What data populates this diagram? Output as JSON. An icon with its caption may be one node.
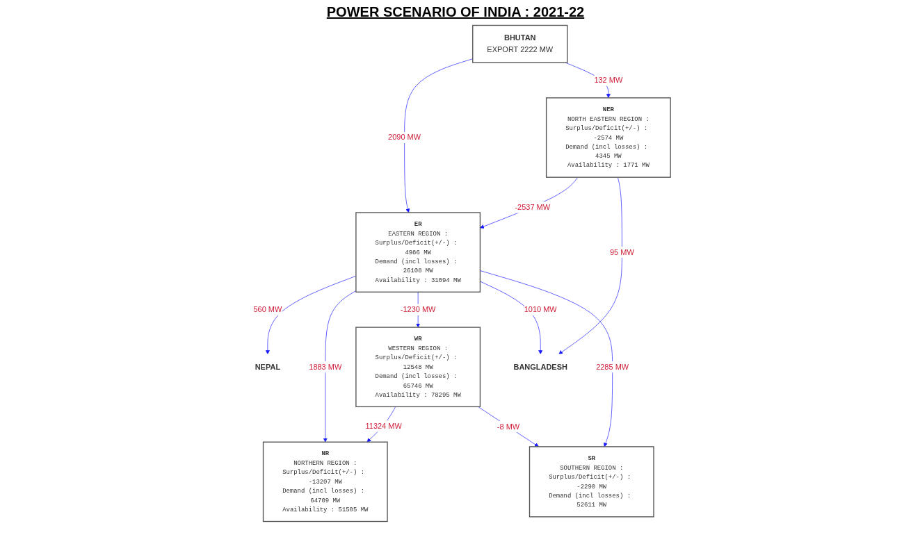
{
  "diagram": {
    "title": "POWER SCENARIO OF INDIA : 2021-22",
    "nodes": [
      {
        "text": [
          "BHUTAN",
          "EXPORT 2222 MW"
        ]
      },
      {
        "text": [
          "NEPAL"
        ]
      },
      {
        "text": [
          "NR",
          "NORTHERN REGION :",
          "Surplus/Deficit(+/-) : -13207 MW",
          "Demand (incl losses) : 64709 MW",
          "Availability : 51505 MW"
        ]
      },
      {
        "text": [
          "NER",
          "NORTH EASTERN REGION :",
          "Surplus/Deficit(+/-) : -2574 MW",
          "Demand (incl losses) : 4345 MW",
          "Availability : 1771 MW"
        ]
      },
      {
        "text": [
          "ER",
          "EASTERN REGION :",
          "Surplus/Deficit(+/-) : 4986 MW",
          "Demand (incl losses) : 26108 MW",
          "Availability : 31094 MW"
        ]
      },
      {
        "text": [
          "WR",
          "WESTERN REGION :",
          "Surplus/Deficit(+/-) : 12548 MW",
          "Demand (incl losses) : 65746 MW",
          "Availability : 78295 MW"
        ]
      },
      {
        "text": [
          "BANGLADESH"
        ]
      },
      {
        "text": [
          "SR",
          "SOUTHERN REGION :",
          "Surplus/Deficit(+/-) : -2290 MW",
          "Demand (incl losses) : 52611 MW"
        ]
      }
    ],
    "edges": [
      {
        "from": 0,
        "to": 4,
        "arrow": "to",
        "label": "2090 MW"
      },
      {
        "from": 0,
        "to": 3,
        "arrow": "to",
        "label": "132 MW"
      },
      {
        "from": 4,
        "to": 1,
        "arrow": "to",
        "label": "560 MW"
      },
      {
        "from": 4,
        "to": 2,
        "arrow": "to",
        "label": "1883 MW"
      },
      {
        "from": 3,
        "to": 4,
        "arrow": "to",
        "label": "-2537 MW"
      },
      {
        "from": 3,
        "to": 6,
        "arrow": "to",
        "label": "95 MW"
      },
      {
        "from": 5,
        "to": 2,
        "arrow": "to",
        "label": "11324 MW"
      },
      {
        "from": 4,
        "to": 5,
        "arrow": "to",
        "label": "-1230 MW"
      },
      {
        "from": 4,
        "to": 6,
        "arrow": "to",
        "label": "1010 MW"
      },
      {
        "from": 5,
        "to": 7,
        "arrow": "to",
        "label": "-8 MW"
      },
      {
        "from": 4,
        "to": 7,
        "arrow": "to",
        "label": "2285 MW"
      }
    ]
  }
}
